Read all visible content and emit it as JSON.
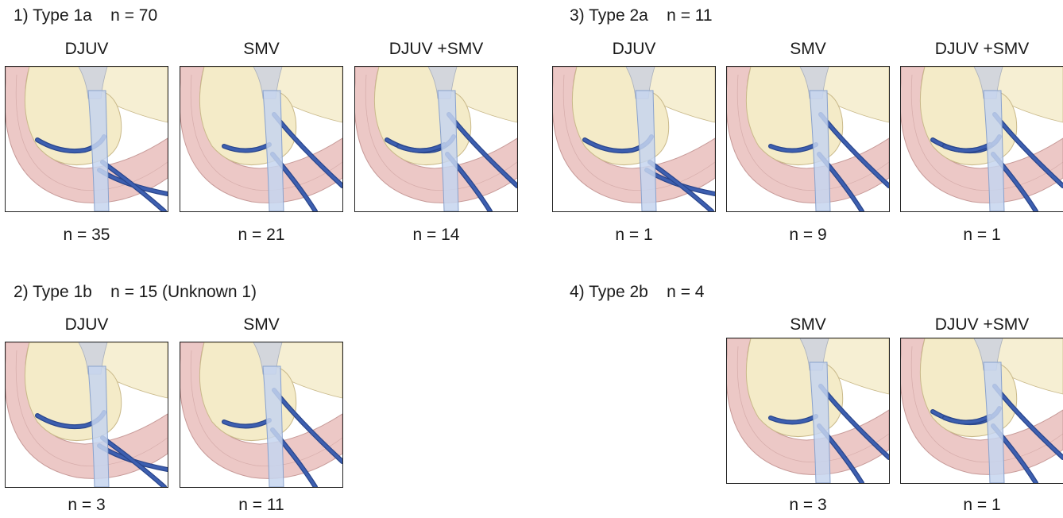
{
  "groups": [
    {
      "heading": "1) Type 1a    n = 70",
      "panels": [
        {
          "label": "DJUV",
          "count": "n = 35",
          "variant": "djuv"
        },
        {
          "label": "SMV",
          "count": "n = 21",
          "variant": "smv"
        },
        {
          "label": "DJUV +SMV",
          "count": "n = 14",
          "variant": "both"
        }
      ]
    },
    {
      "heading": "2) Type 1b    n = 15 (Unknown 1)",
      "panels": [
        {
          "label": "DJUV",
          "count": "n = 3",
          "variant": "djuv"
        },
        {
          "label": "SMV",
          "count": "n = 11",
          "variant": "smv"
        }
      ]
    },
    {
      "heading": "3) Type 2a    n = 11",
      "panels": [
        {
          "label": "DJUV",
          "count": "n = 1",
          "variant": "djuv"
        },
        {
          "label": "SMV",
          "count": "n = 9",
          "variant": "smv"
        },
        {
          "label": "DJUV +SMV",
          "count": "n = 1",
          "variant": "both"
        }
      ]
    },
    {
      "heading": "4) Type 2b    n = 4",
      "panels": [
        {
          "label": "SMV",
          "count": "n = 3",
          "variant": "smv"
        },
        {
          "label": "DJUV +SMV",
          "count": "n = 1",
          "variant": "both"
        }
      ]
    }
  ],
  "colors": {
    "pancreas": "#f4ebc8",
    "pancreas_edge": "#c9b98a",
    "bowel": "#ecc8c6",
    "bowel_edge": "#c79a98",
    "smv": "#c5d5ef",
    "smv_edge": "#8aa2cc",
    "vein": "#3d5fb0",
    "vein_dark": "#2a468c",
    "upper_tissue": "#f6efd3",
    "gray_vessel": "#d3d6dc"
  }
}
